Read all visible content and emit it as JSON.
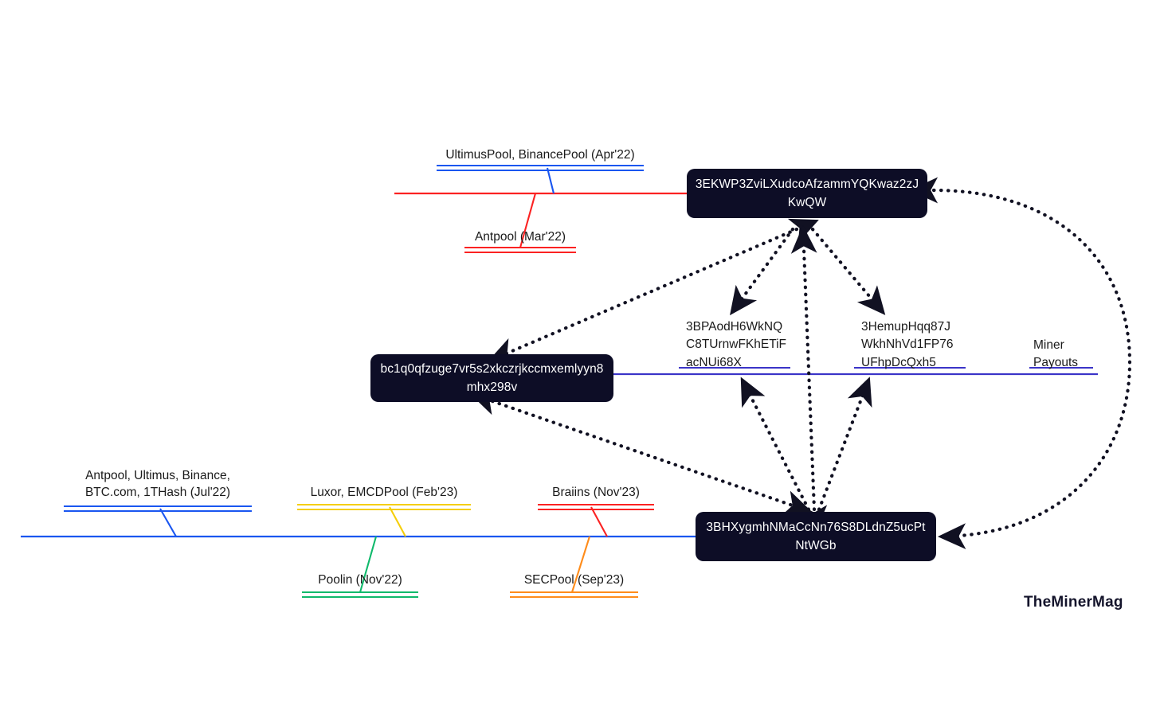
{
  "diagram": {
    "title_watermark": "TheMinerMag",
    "colors": {
      "box_fill": "#0d0d26",
      "box_text": "#ffffff",
      "timeline_red": "#fb2222",
      "timeline_blue": "#1a56f0",
      "timeline_purple": "#3b34c8",
      "timeline_yellow": "#f5ce0a",
      "timeline_green": "#0fb96b",
      "timeline_orange": "#ff8c1a",
      "arrow_dotted": "#111122",
      "label_text": "#1a1a1a"
    },
    "boxes": [
      {
        "id": "top-address",
        "text": "3EKWP3ZviLXudcoAfzammYQKwaz2zJKwQW"
      },
      {
        "id": "middle-address",
        "text": "bc1q0qfzuge7vr5s2xkczrjkccmxemlyyn8mhx298v"
      },
      {
        "id": "bottom-address",
        "text": "3BHXygmhNMaCcNn76S8DLdnZ5ucPtNtWGb"
      }
    ],
    "payout_addresses": [
      {
        "id": "payout-1",
        "text": "3BPAodH6WkNQ\nC8TUrnwFKhETiF\nacNUi68X"
      },
      {
        "id": "payout-2",
        "text": "3HemupHqq87J\nWkhNhVd1FP76\nUFhpDcQxh5"
      }
    ],
    "payout_axis_label": "Miner\nPayouts",
    "top_timeline": {
      "above_label": "UltimusPool, BinancePool (Apr'22)",
      "below_label": "Antpool (Mar'22)"
    },
    "bottom_timeline": {
      "above_labels": [
        "Antpool, Ultimus, Binance,\nBTC.com, 1THash (Jul'22)",
        "Luxor, EMCDPool (Feb'23)",
        "Braiins (Nov'23)"
      ],
      "below_labels": [
        "Poolin (Nov'22)",
        "SECPool (Sep'23)"
      ]
    }
  }
}
